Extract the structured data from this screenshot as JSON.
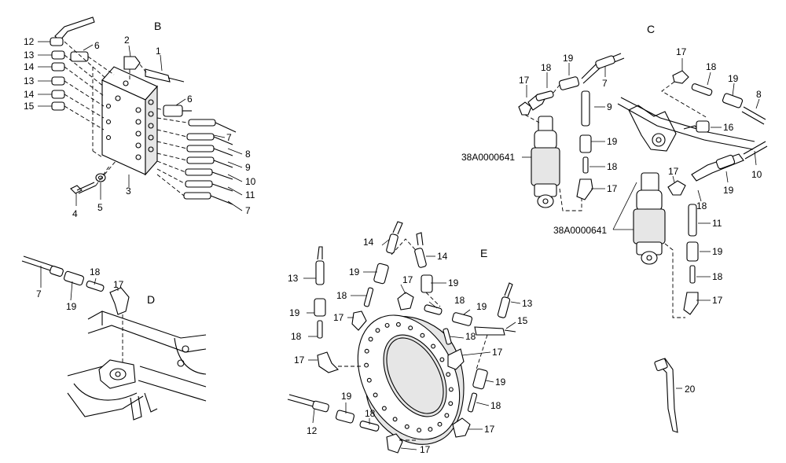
{
  "sections": {
    "b": "B",
    "c": "C",
    "d": "D",
    "e": "E"
  },
  "part_numbers": {
    "cylinder_ref_c": "38A0000641",
    "cylinder_ref_c2": "38A0000641"
  },
  "labels": {
    "b": [
      "12",
      "13",
      "14",
      "13",
      "14",
      "15",
      "6",
      "2",
      "1",
      "6",
      "7",
      "8",
      "9",
      "10",
      "11",
      "7",
      "3",
      "4",
      "5"
    ],
    "c": [
      "17",
      "18",
      "19",
      "7",
      "17",
      "18",
      "19",
      "8",
      "9",
      "16",
      "19",
      "18",
      "17",
      "10",
      "17",
      "19",
      "18",
      "11",
      "19",
      "18",
      "17"
    ],
    "d": [
      "7",
      "19",
      "18",
      "17"
    ],
    "e": [
      "14",
      "14",
      "13",
      "19",
      "18",
      "17",
      "19",
      "18",
      "17",
      "19",
      "18",
      "13",
      "15",
      "19",
      "17",
      "18",
      "19",
      "17",
      "12",
      "19",
      "18",
      "17",
      "18",
      "17",
      "20"
    ]
  }
}
